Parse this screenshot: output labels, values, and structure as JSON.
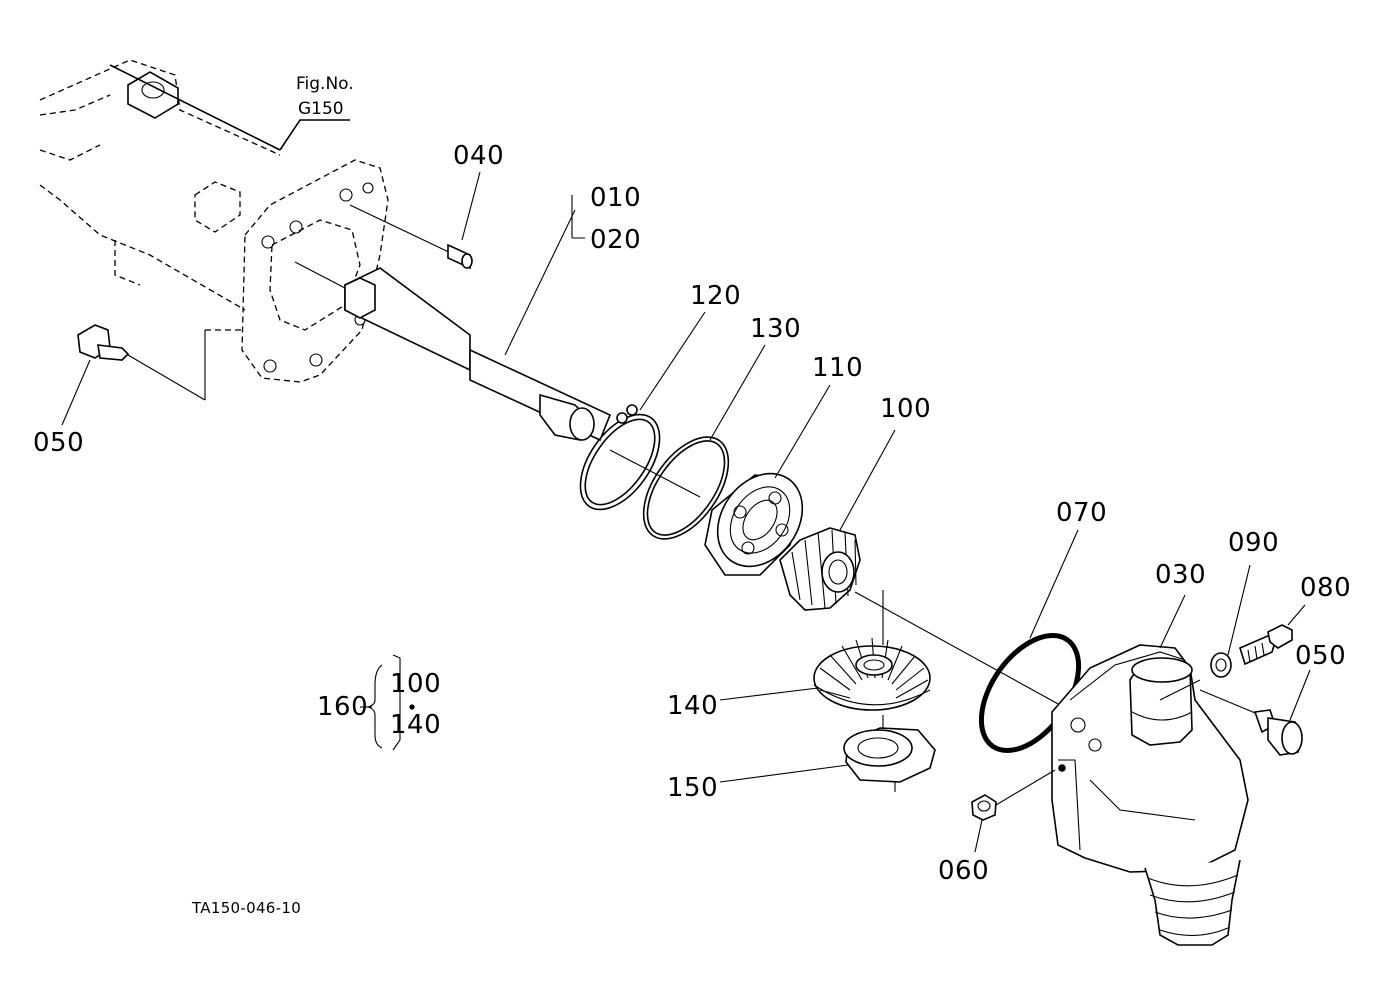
{
  "figure_ref": {
    "line1": "Fig.No.",
    "line2": "G150"
  },
  "drawing_id": "TA150-046-10",
  "callouts": {
    "p040": "040",
    "p010": "010",
    "p020": "020",
    "p120": "120",
    "p130": "130",
    "p110": "110",
    "p100": "100",
    "p070": "070",
    "p090": "090",
    "p030": "030",
    "p080": "080",
    "p050_right": "050",
    "p050_left": "050",
    "p140": "140",
    "p150": "150",
    "p060": "060"
  },
  "kit_group": {
    "id": "160",
    "members": [
      "100",
      "140"
    ]
  }
}
